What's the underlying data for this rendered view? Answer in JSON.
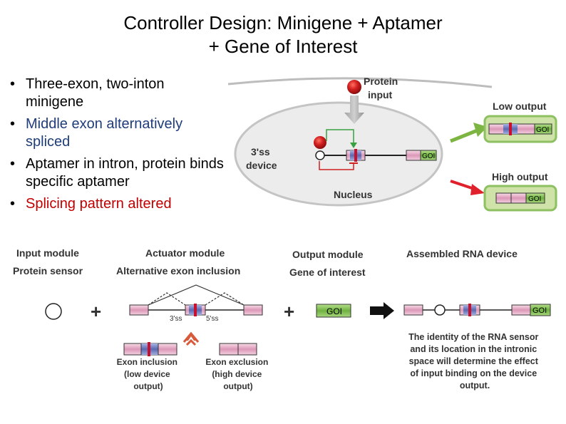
{
  "title": {
    "line1": "Controller Design: Minigene + Aptamer",
    "line2": "+ Gene of Interest"
  },
  "bullets": [
    {
      "text": "Three-exon, two-inton minigene",
      "color": "#000000"
    },
    {
      "text": "Middle exon alternatively spliced",
      "color": "#1f3d7a"
    },
    {
      "text": "Aptamer in intron, protein binds specific aptamer",
      "color": "#000000"
    },
    {
      "text": "Splicing pattern altered",
      "color": "#c00000"
    }
  ],
  "top_figure": {
    "protein_input": [
      "Protein",
      "input"
    ],
    "ss3": "3'ss",
    "device": "device",
    "nucleus": "Nucleus",
    "goi": "GOI",
    "low_output": "Low output",
    "high_output": "High output"
  },
  "bottom_figure": {
    "input_module": "Input module",
    "protein_sensor": "Protein sensor",
    "actuator_module": "Actuator module",
    "alt_exon": "Alternative exon inclusion",
    "output_module": "Output module",
    "gene_of_interest": "Gene of interest",
    "assembled": "Assembled RNA device",
    "plus": "+",
    "ss3": "3'ss",
    "ss5": "5'ss",
    "goi": "GOI",
    "exon_inclusion": [
      "Exon inclusion",
      "(low device",
      "output)"
    ],
    "exon_exclusion": [
      "Exon exclusion",
      "(high device",
      "output)"
    ],
    "description": [
      "The identity of the RNA sensor",
      "and its location in the intronic",
      "space will determine the effect",
      "of input binding on the device",
      "output."
    ]
  },
  "colors": {
    "exon_pink": "#e8b4cc",
    "exon_blue": "#7080c0",
    "aptamer_red": "#c8102e",
    "goi_green": "#7dbf4e",
    "output_box_green": "#cfe3a8",
    "arrow_green": "#7db542",
    "arrow_red": "#e0202a",
    "protein_red": "#d21f1f"
  }
}
